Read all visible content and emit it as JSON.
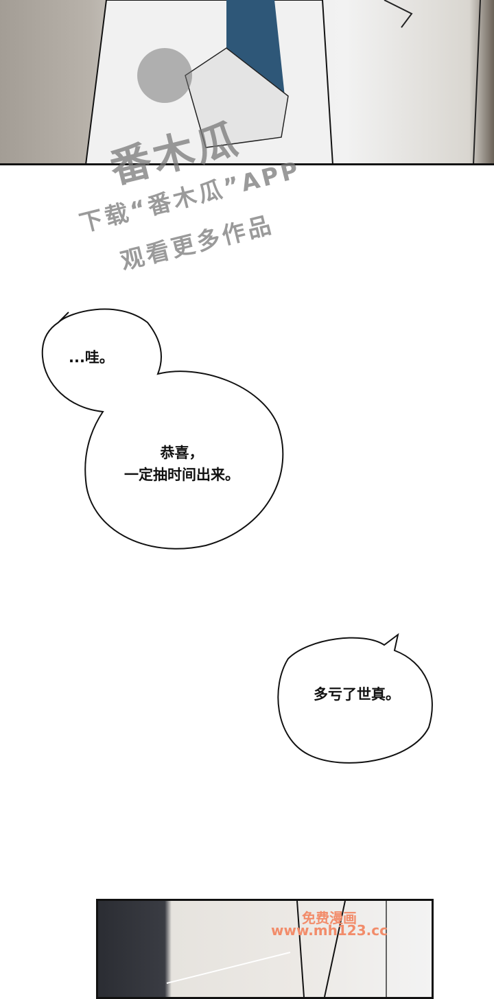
{
  "watermark": {
    "logo": "番木瓜",
    "line1": "下载“番木瓜”APP",
    "line2": "观看更多作品"
  },
  "bubbles": [
    {
      "text": "...哇。"
    },
    {
      "line1": "恭喜，",
      "line2": "一定抽时间出来。"
    },
    {
      "text": "多亏了世真。"
    }
  ],
  "site_watermark": {
    "line1": "免费漫画",
    "line2": "www.mh123.cc"
  }
}
